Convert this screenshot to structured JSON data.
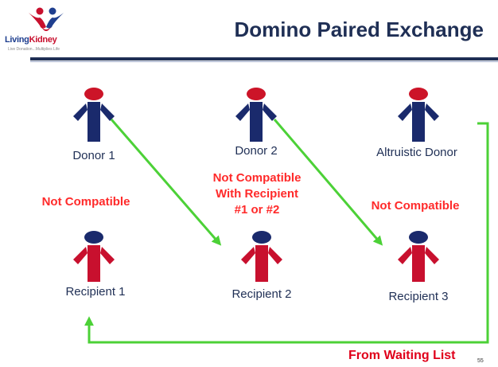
{
  "header": {
    "title": "Domino Paired Exchange",
    "logo": {
      "name_part1": "Living",
      "name_part2": "Kidney",
      "tagline": "Live Donation...Multiplies Life"
    }
  },
  "nodes": {
    "donor1": "Donor 1",
    "donor2": "Donor 2",
    "altruistic": "Altruistic Donor",
    "recipient1": "Recipient 1",
    "recipient2": "Recipient 2",
    "recipient3": "Recipient 3"
  },
  "notes": {
    "nc1": "Not Compatible",
    "nc2_line1": "Not Compatible",
    "nc2_line2": "With Recipient",
    "nc2_line3": "#1 or #2",
    "nc3": "Not Compatible"
  },
  "footer": {
    "waiting_list": "From Waiting List",
    "page_number": "55"
  },
  "colors": {
    "donor_body": "#1a2a6c",
    "donor_head": "#cc1428",
    "recipient_body": "#c8102e",
    "recipient_head": "#1a2a6c",
    "arrow": "#4cd137",
    "title": "#1f2f55",
    "alert_text": "#ff2a2a"
  }
}
